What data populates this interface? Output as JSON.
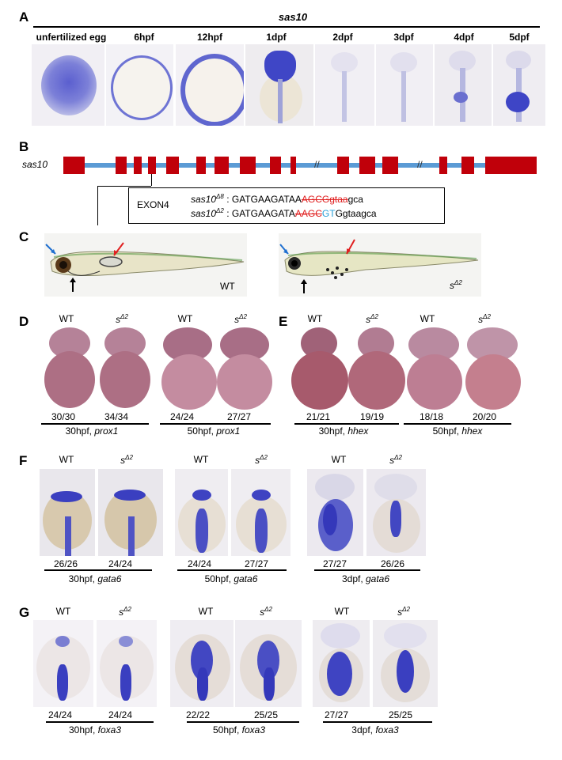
{
  "panels": {
    "A": {
      "letter": "A",
      "gene": "sas10",
      "stages": [
        "unfertilized egg",
        "6hpf",
        "12hpf",
        "1dpf",
        "2dpf",
        "3dpf",
        "4dpf",
        "5dpf"
      ]
    },
    "B": {
      "letter": "B",
      "gene": "sas10",
      "exon_label": "EXON4",
      "allele1_name": "sas10",
      "allele1_sup": "Δ8",
      "allele1_seq_black": " : GATGAAGATAA",
      "allele1_seq_red": "AGCGgtaa",
      "allele1_seq_tail": "gca",
      "allele2_name": "sas10",
      "allele2_sup": "Δ2",
      "allele2_seq_black": " : GATGAAGATA",
      "allele2_seq_red": "AAGC",
      "allele2_seq_blue": "GT",
      "allele2_seq_tail": "Ggtaagca",
      "break_mark": "//"
    },
    "C": {
      "letter": "C",
      "wt_label": "WT",
      "mut_label": "s",
      "mut_sup": "Δ2"
    },
    "D": {
      "letter": "D",
      "headers": [
        "WT",
        "s",
        "WT",
        "s"
      ],
      "sup": "Δ2",
      "counts": [
        "30/30",
        "34/34",
        "24/24",
        "27/27"
      ],
      "groups": [
        {
          "stage": "30hpf, ",
          "gene": "prox1"
        },
        {
          "stage": "50hpf, ",
          "gene": "prox1"
        }
      ]
    },
    "E": {
      "letter": "E",
      "headers": [
        "WT",
        "s",
        "WT",
        "s"
      ],
      "sup": "Δ2",
      "counts": [
        "21/21",
        "19/19",
        "18/18",
        "20/20"
      ],
      "groups": [
        {
          "stage": "30hpf, ",
          "gene": "hhex"
        },
        {
          "stage": "50hpf, ",
          "gene": "hhex"
        }
      ]
    },
    "F": {
      "letter": "F",
      "headers": [
        "WT",
        "s",
        "WT",
        "s",
        "WT",
        "s"
      ],
      "sup": "Δ2",
      "counts": [
        "26/26",
        "24/24",
        "24/24",
        "27/27",
        "27/27",
        "26/26"
      ],
      "groups": [
        {
          "stage": "30hpf, ",
          "gene": "gata6"
        },
        {
          "stage": "50hpf, ",
          "gene": "gata6"
        },
        {
          "stage": "3dpf, ",
          "gene": "gata6"
        }
      ]
    },
    "G": {
      "letter": "G",
      "headers": [
        "WT",
        "s",
        "WT",
        "s",
        "WT",
        "s"
      ],
      "sup": "Δ2",
      "counts": [
        "24/24",
        "24/24",
        "22/22",
        "25/25",
        "27/27",
        "25/25"
      ],
      "groups": [
        {
          "stage": "30hpf, ",
          "gene": "foxa3"
        },
        {
          "stage": "50hpf, ",
          "gene": "foxa3"
        },
        {
          "stage": "3dpf, ",
          "gene": "foxa3"
        }
      ]
    }
  },
  "colors": {
    "stain_blue": "#3a3fc0",
    "exon_red": "#c0000a",
    "intron_blue": "#5b9bd5",
    "embryo_pink": "#b27a8c"
  }
}
